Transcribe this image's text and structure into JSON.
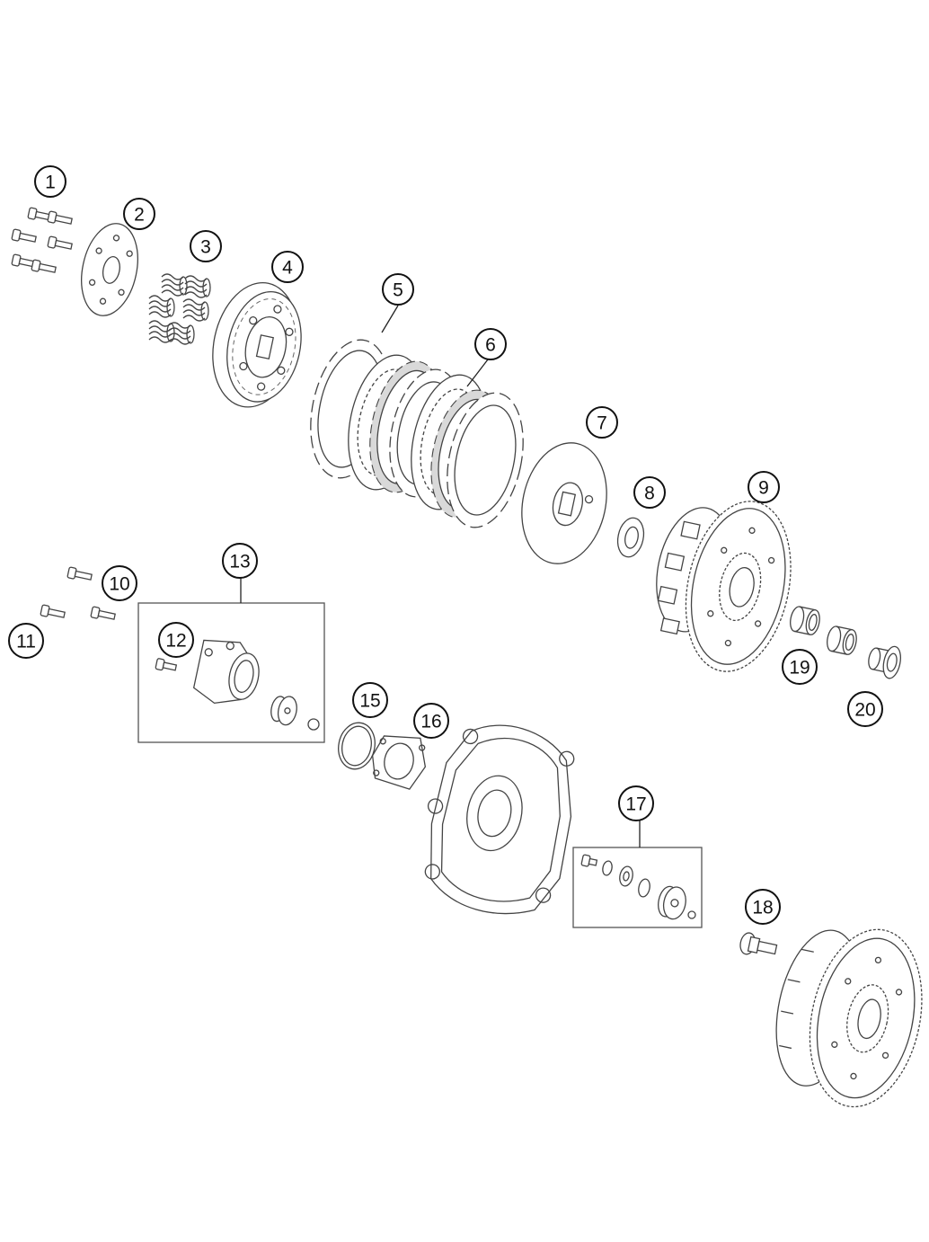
{
  "diagram": {
    "parts": [
      {
        "number": "1",
        "icon": "bolts-icon"
      },
      {
        "number": "2",
        "icon": "spring-retainer-plate-icon"
      },
      {
        "number": "3",
        "icon": "clutch-springs-icon"
      },
      {
        "number": "4",
        "icon": "pressure-plate-icon"
      },
      {
        "number": "5",
        "icon": "clutch-friction-disc-icon"
      },
      {
        "number": "6",
        "icon": "clutch-steel-disc-icon"
      },
      {
        "number": "7",
        "icon": "inner-clutch-hub-icon"
      },
      {
        "number": "8",
        "icon": "thrust-washer-icon"
      },
      {
        "number": "9",
        "icon": "outer-clutch-basket-icon"
      },
      {
        "number": "10",
        "icon": "bolt-icon"
      },
      {
        "number": "11",
        "icon": "bolt-icon"
      },
      {
        "number": "12",
        "icon": "bleeder-screw-icon"
      },
      {
        "number": "13",
        "icon": "slave-cylinder-assembly-icon"
      },
      {
        "number": "15",
        "icon": "o-ring-icon"
      },
      {
        "number": "16",
        "icon": "gasket-icon"
      },
      {
        "number": "17",
        "icon": "repair-kit-icon"
      },
      {
        "number": "18",
        "icon": "collar-bolt-icon"
      },
      {
        "number": "19",
        "icon": "needle-bearing-icon"
      },
      {
        "number": "20",
        "icon": "bushing-icon"
      }
    ]
  }
}
